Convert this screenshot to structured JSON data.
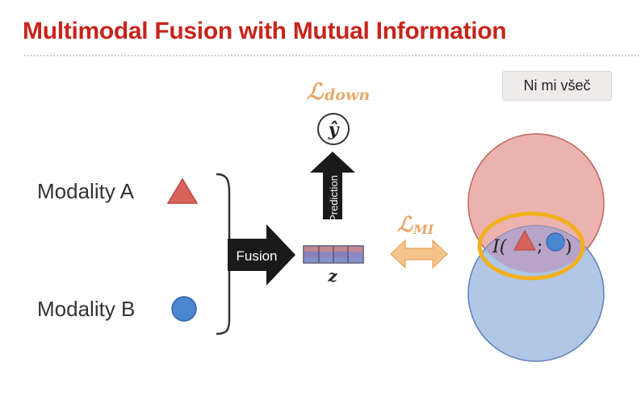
{
  "title": "Multimodal Fusion with Mutual Information",
  "tooltip": "Ni mi všeč",
  "modality_a": {
    "label": "Modality A",
    "marker": "triangle-icon"
  },
  "modality_b": {
    "label": "Modality B",
    "marker": "circle-icon"
  },
  "fusion_label": "Fusion",
  "prediction_label": "Prediction",
  "embedding_label": "z",
  "output_label": "ŷ",
  "loss_down": {
    "symbol": "ℒ",
    "subscript": "down"
  },
  "loss_mi": {
    "symbol": "ℒ",
    "subscript": "MI"
  },
  "mi_expression": {
    "prefix": "I(",
    "separator": ";",
    "suffix": ")"
  },
  "colors": {
    "title": "#c8241b",
    "modality_a": "#d9625a",
    "modality_b": "#4b86d0",
    "loss_label": "#e8a868",
    "mi_arrow": "#f5c48c",
    "mi_ring": "#f2b01e",
    "venn_a": "#ebaeaa",
    "venn_b": "#a8c2e4"
  }
}
